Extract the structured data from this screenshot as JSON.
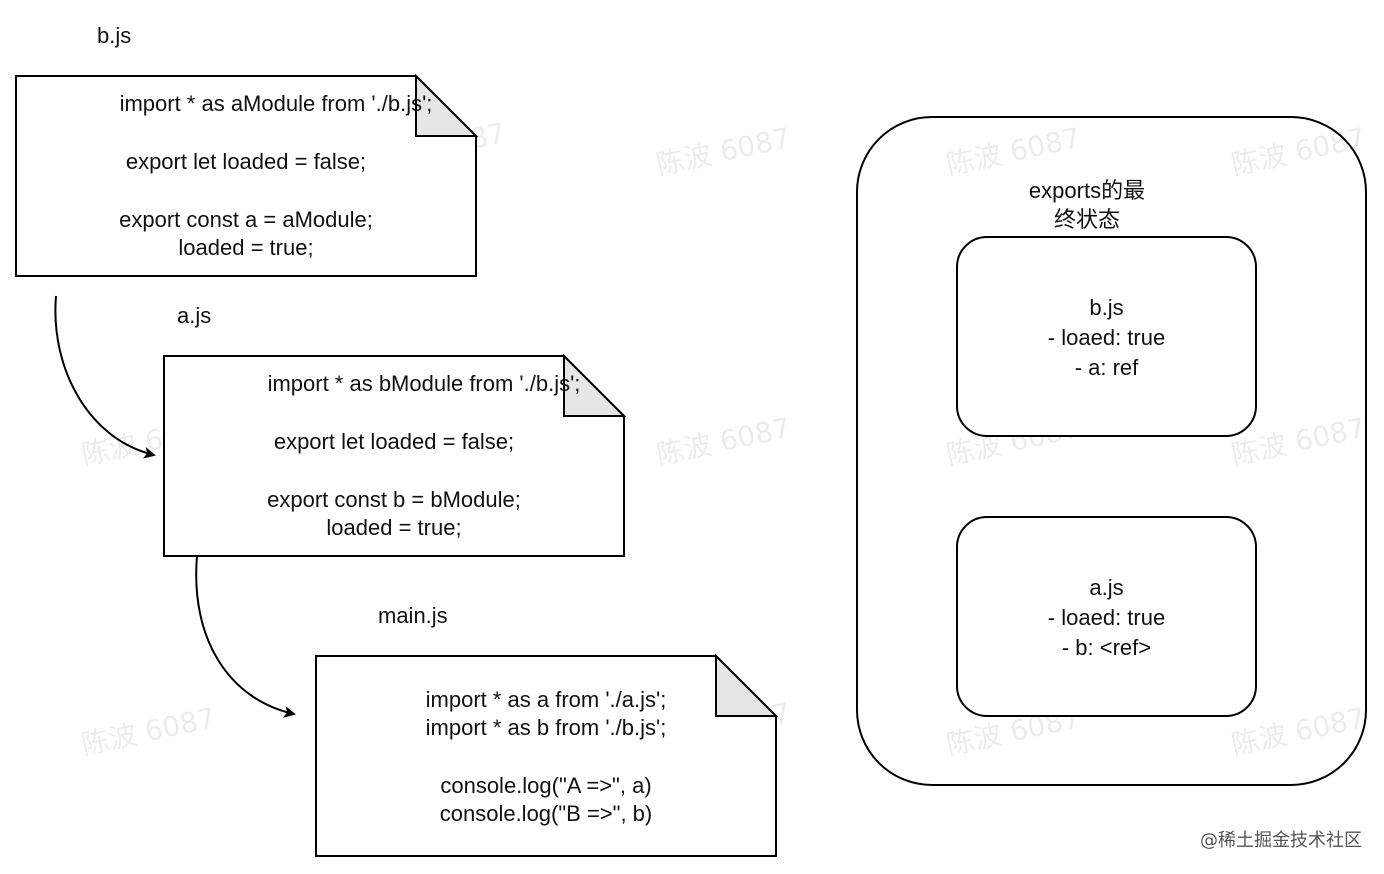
{
  "files": {
    "b": {
      "filename": "b.js",
      "lines": [
        "import * as aModule from './b.js';",
        "export let loaded = false;",
        "export const a = aModule;",
        "loaded = true;"
      ]
    },
    "a": {
      "filename": "a.js",
      "lines": [
        "import * as bModule from './b.js';",
        "export let loaded = false;",
        "export const b = bModule;",
        "loaded = true;"
      ]
    },
    "main": {
      "filename": "main.js",
      "lines": [
        "import * as a from './a.js';",
        "import * as b from './b.js';",
        "console.log(\"A =>\", a)",
        "console.log(\"B =>\", b)"
      ]
    }
  },
  "exports_panel": {
    "title_line1": "exports的最",
    "title_line2": "终状态",
    "b_module": {
      "name": "b.js",
      "line1": "- loaed: true",
      "line2": "- a: ref"
    },
    "a_module": {
      "name": "a.js",
      "line1": "- loaed: true",
      "line2": "- b: <ref>"
    }
  },
  "watermark_text": "陈波 6087",
  "credit": "@稀土掘金技术社区"
}
